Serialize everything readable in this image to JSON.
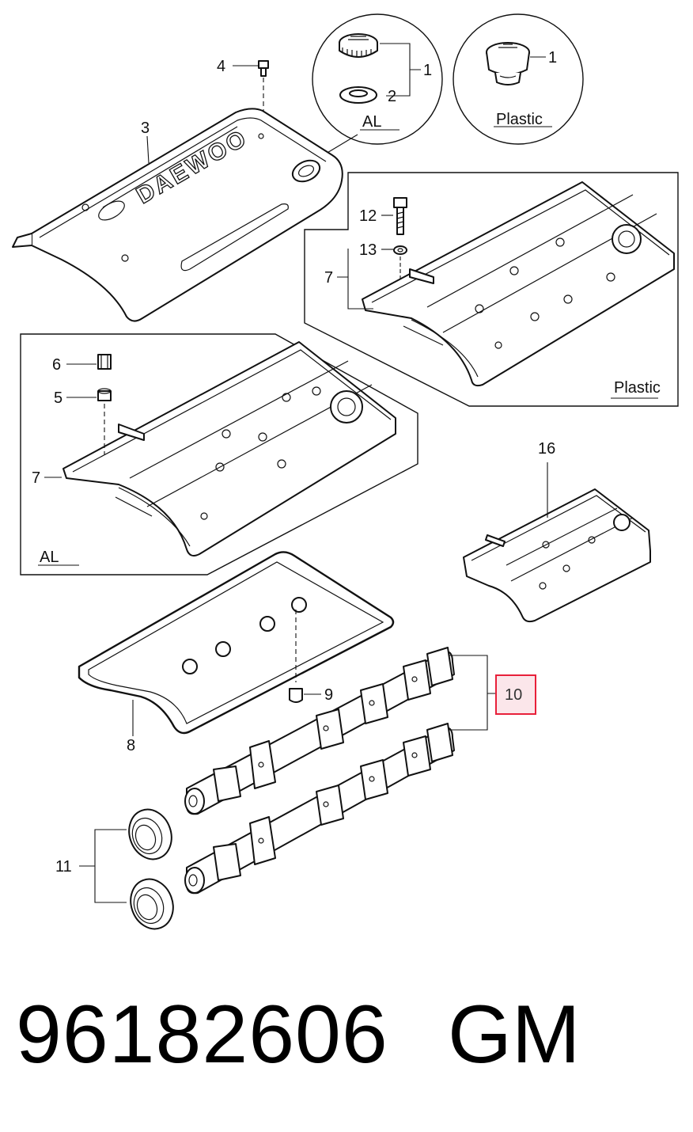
{
  "callouts": {
    "c1a": "1",
    "c2": "2",
    "c1b": "1",
    "c3": "3",
    "c4": "4",
    "c12": "12",
    "c13": "13",
    "c7a": "7",
    "c6": "6",
    "c5": "5",
    "c7b": "7",
    "c16": "16",
    "c10": "10",
    "c9": "9",
    "c8": "8",
    "c11": "11"
  },
  "notes": {
    "al_cap": "AL",
    "plastic_cap": "Plastic",
    "plastic_cover": "Plastic",
    "al_cover": "AL"
  },
  "cover_logo": "DAEWOO",
  "highlight_color": "#e8203a",
  "part_number": "96182606",
  "brand": "GM"
}
